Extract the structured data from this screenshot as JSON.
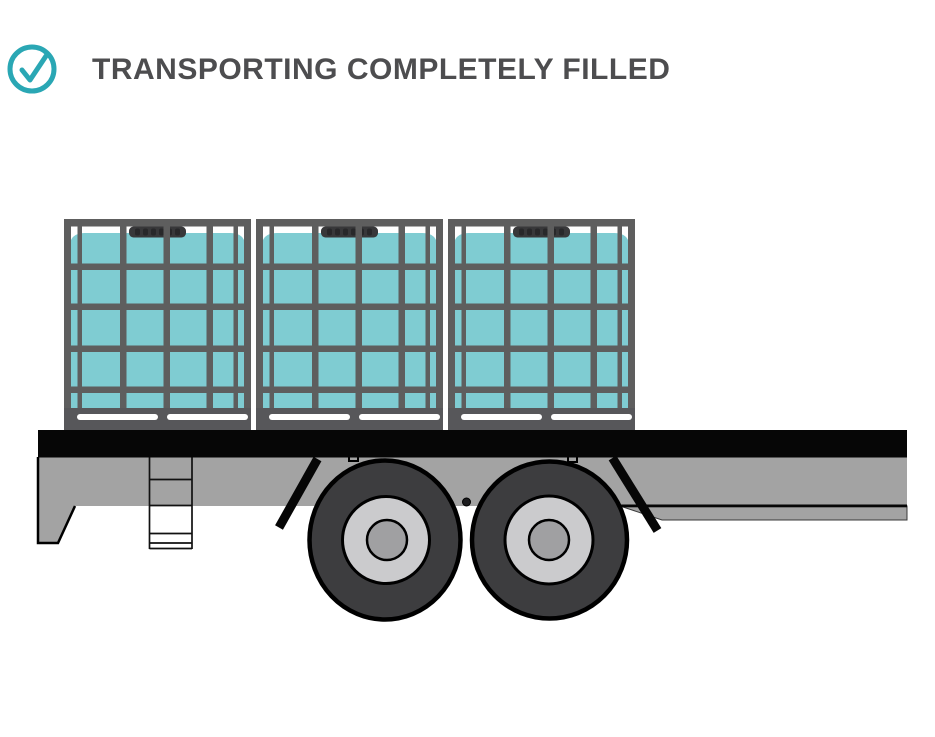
{
  "header": {
    "title": "TRANSPORTING COMPLETELY FILLED",
    "icon": "check-circle-icon"
  },
  "illustration": {
    "description": "Side view of a flatbed trailer carrying three completely filled IBC totes in cages",
    "tote_count": 3,
    "totes": [
      {
        "label": "ibc-tote-1",
        "fill_level": "full"
      },
      {
        "label": "ibc-tote-2",
        "fill_level": "full"
      },
      {
        "label": "ibc-tote-3",
        "fill_level": "full"
      }
    ]
  },
  "colors": {
    "accent_teal": "#2AA7B4",
    "liquid_teal": "#7FCCD2",
    "cage_gray": "#5E5E5E",
    "base_gray": "#57575A",
    "cap_gray": "#38383A",
    "cap_notch": "#28282A",
    "deck_black": "#060606",
    "body_gray": "#A3A3A3",
    "tire_gray": "#3D3D3F",
    "rim_gray": "#CBCBCD",
    "hub_gray": "#A0A0A2",
    "title_gray": "#4D4D4F",
    "outline_black": "#000000"
  }
}
